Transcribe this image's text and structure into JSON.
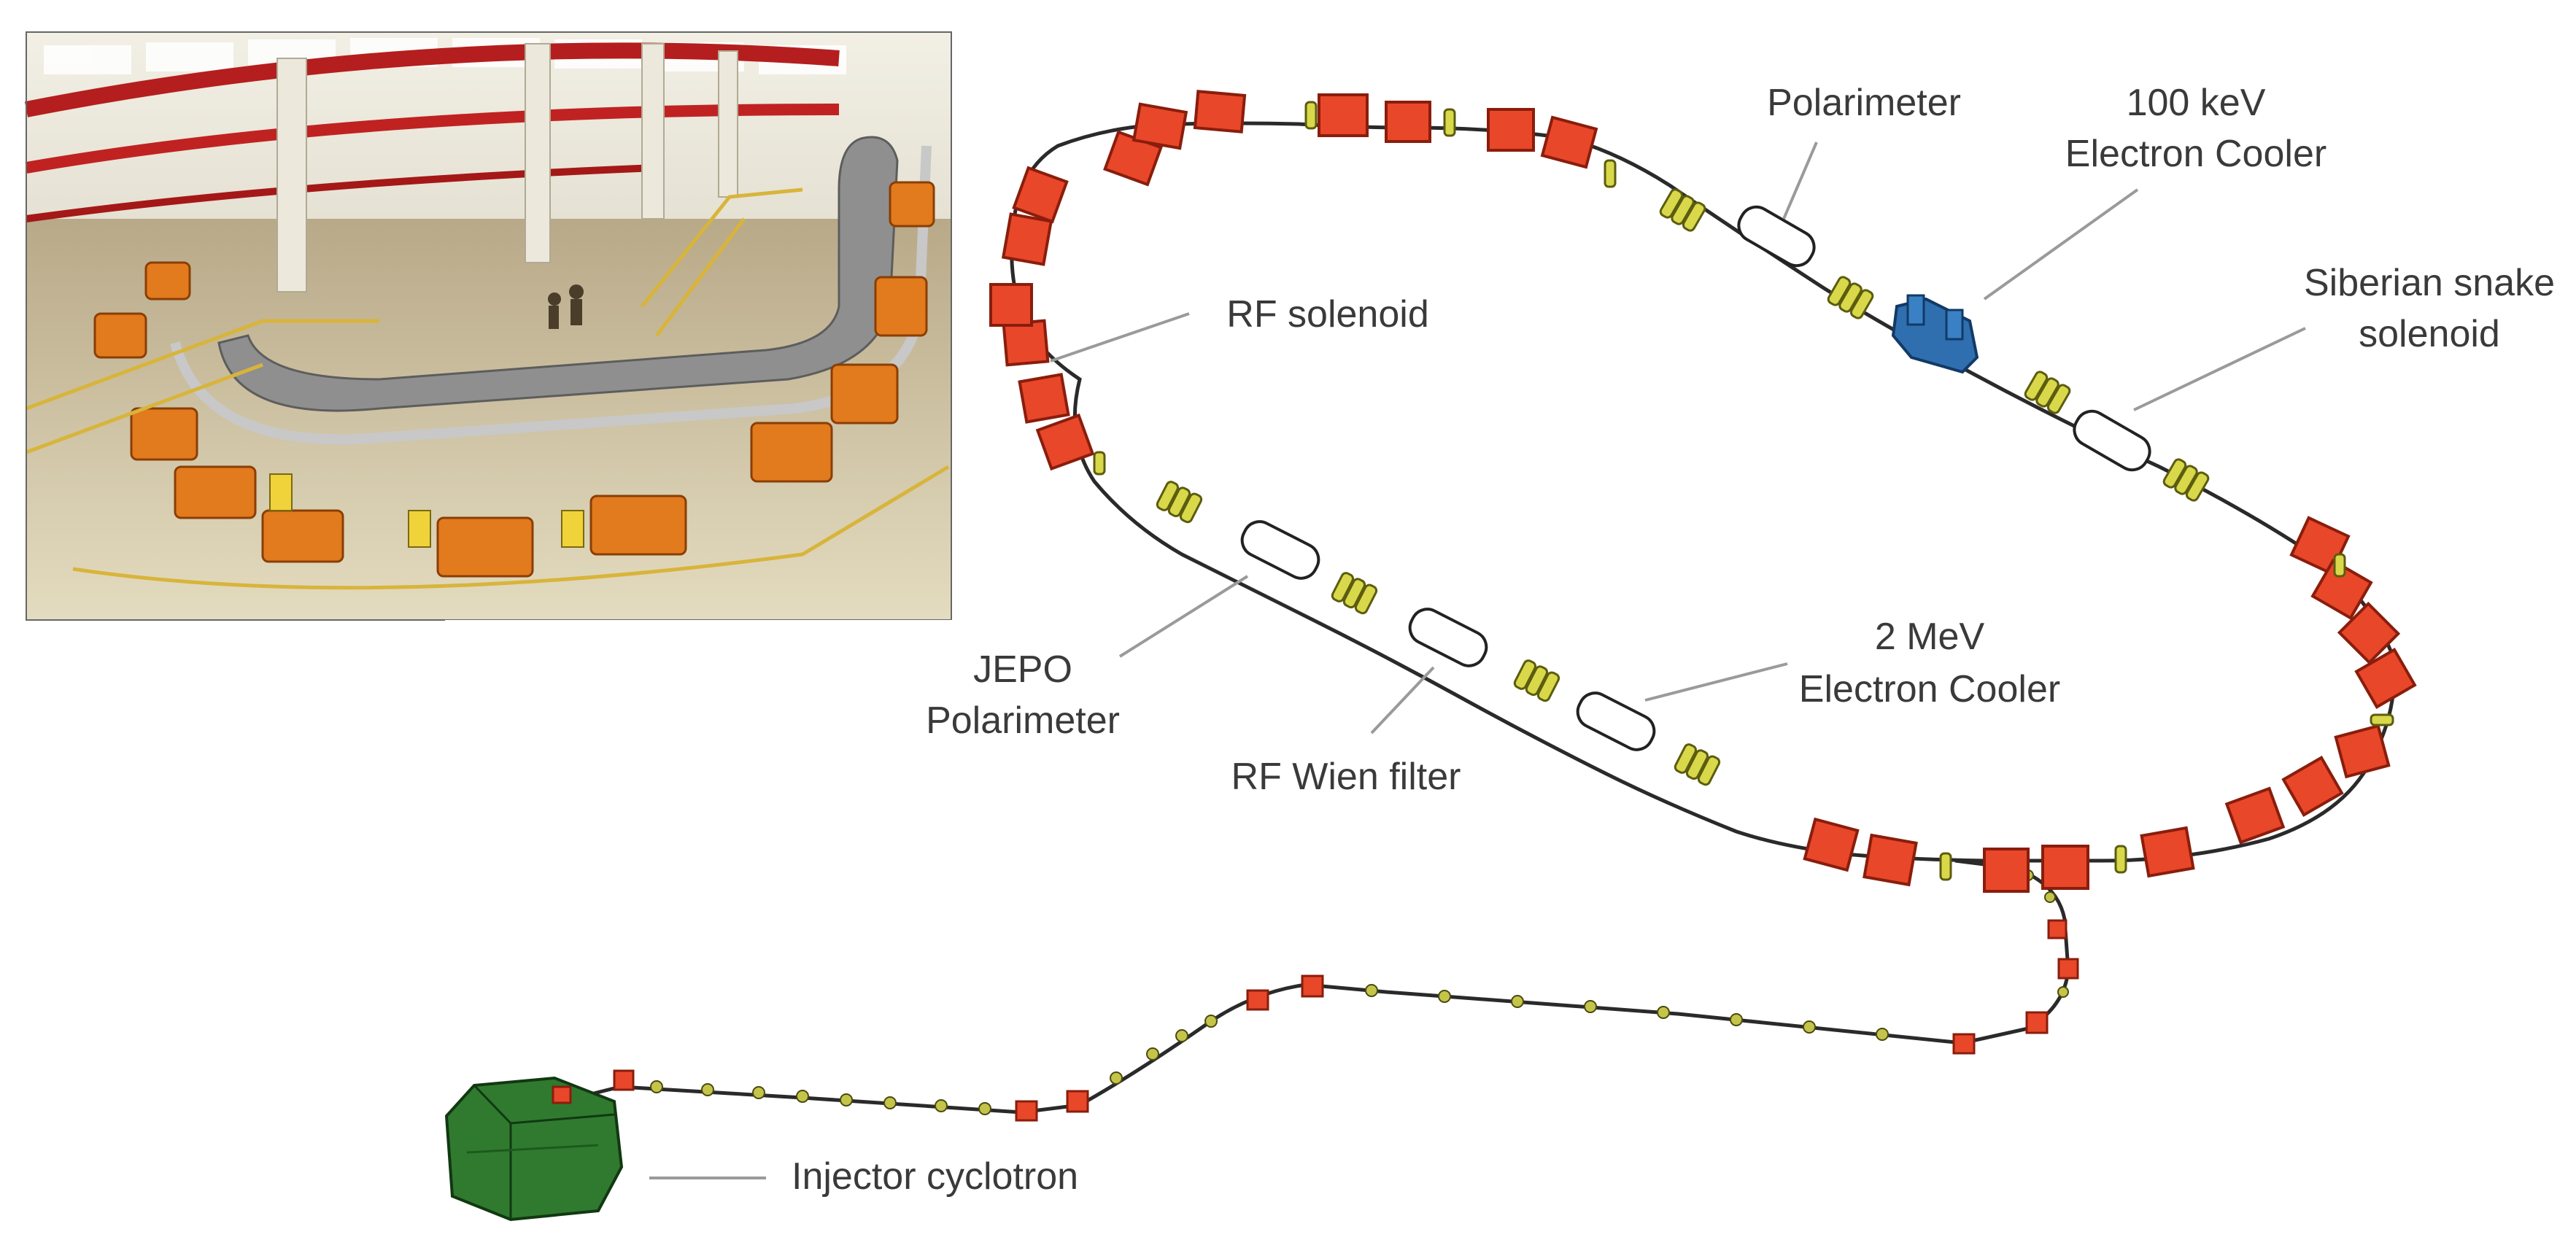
{
  "colors": {
    "dipole": "#e8472a",
    "dipole_dark": "#8a1d0c",
    "quadrupole": "#d8d84a",
    "quadrupole_dark": "#5c5c10",
    "cooler_100kev": "#2f6fb0",
    "cyclotron": "#2f7a2f",
    "beamline": "#2a2a2a",
    "label": "#3a3a3a",
    "leader": "#9a9a9a",
    "photo_floor": "#d9d2b3",
    "photo_magnets": "#e27a1e"
  },
  "photo": {
    "name": "cosy-hall-photo"
  },
  "labels": {
    "polarimeter": "Polarimeter",
    "cooler_100kev_line1": "100 keV",
    "cooler_100kev_line2": "Electron Cooler",
    "siberian_line1": "Siberian snake",
    "siberian_line2": "solenoid",
    "rf_solenoid": "RF solenoid",
    "jepo_line1": "JEPO",
    "jepo_line2": "Polarimeter",
    "rf_wien": "RF Wien filter",
    "cooler_2mev_line1": "2 MeV",
    "cooler_2mev_line2": "Electron Cooler",
    "injector": "Injector cyclotron"
  }
}
